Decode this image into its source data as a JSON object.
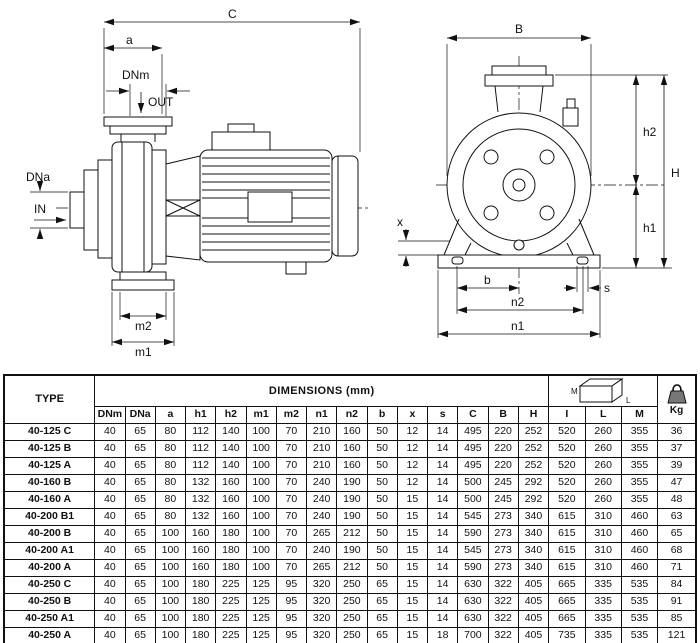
{
  "diagram": {
    "labels": {
      "C": "C",
      "a": "a",
      "DNm": "DNm",
      "OUT": "OUT",
      "DNa": "DNa",
      "IN": "IN",
      "m2": "m2",
      "m1": "m1",
      "B": "B",
      "h2": "h2",
      "H": "H",
      "h1": "h1",
      "x": "x",
      "b": "b",
      "n2": "n2",
      "n1": "n1",
      "s": "s"
    }
  },
  "table": {
    "type_header": "TYPE",
    "dimensions_header": "DIMENSIONS (mm)",
    "kg_label": "Kg",
    "box_labels": {
      "M": "M",
      "L": "L"
    },
    "columns": [
      "DNm",
      "DNa",
      "a",
      "h1",
      "h2",
      "m1",
      "m2",
      "n1",
      "n2",
      "b",
      "x",
      "s",
      "C",
      "B",
      "H",
      "I",
      "L",
      "M"
    ],
    "rows": [
      {
        "type": "40-125 C",
        "values": [
          40,
          65,
          80,
          112,
          140,
          100,
          70,
          210,
          160,
          50,
          12,
          14,
          495,
          220,
          252,
          520,
          260,
          355,
          36
        ]
      },
      {
        "type": "40-125 B",
        "values": [
          40,
          65,
          80,
          112,
          140,
          100,
          70,
          210,
          160,
          50,
          12,
          14,
          495,
          220,
          252,
          520,
          260,
          355,
          37
        ]
      },
      {
        "type": "40-125 A",
        "values": [
          40,
          65,
          80,
          112,
          140,
          100,
          70,
          210,
          160,
          50,
          12,
          14,
          495,
          220,
          252,
          520,
          260,
          355,
          39
        ]
      },
      {
        "type": "40-160 B",
        "values": [
          40,
          65,
          80,
          132,
          160,
          100,
          70,
          240,
          190,
          50,
          12,
          14,
          500,
          245,
          292,
          520,
          260,
          355,
          47
        ]
      },
      {
        "type": "40-160 A",
        "values": [
          40,
          65,
          80,
          132,
          160,
          100,
          70,
          240,
          190,
          50,
          15,
          14,
          500,
          245,
          292,
          520,
          260,
          355,
          48
        ]
      },
      {
        "type": "40-200 B1",
        "values": [
          40,
          65,
          80,
          132,
          160,
          100,
          70,
          240,
          190,
          50,
          15,
          14,
          545,
          273,
          340,
          615,
          310,
          460,
          63
        ]
      },
      {
        "type": "40-200 B",
        "values": [
          40,
          65,
          100,
          160,
          180,
          100,
          70,
          265,
          212,
          50,
          15,
          14,
          590,
          273,
          340,
          615,
          310,
          460,
          65
        ]
      },
      {
        "type": "40-200 A1",
        "values": [
          40,
          65,
          100,
          160,
          180,
          100,
          70,
          240,
          190,
          50,
          15,
          14,
          545,
          273,
          340,
          615,
          310,
          460,
          68
        ]
      },
      {
        "type": "40-200 A",
        "values": [
          40,
          65,
          100,
          160,
          180,
          100,
          70,
          265,
          212,
          50,
          15,
          14,
          590,
          273,
          340,
          615,
          310,
          460,
          71
        ]
      },
      {
        "type": "40-250 C",
        "values": [
          40,
          65,
          100,
          180,
          225,
          125,
          95,
          320,
          250,
          65,
          15,
          14,
          630,
          322,
          405,
          665,
          335,
          535,
          84
        ]
      },
      {
        "type": "40-250 B",
        "values": [
          40,
          65,
          100,
          180,
          225,
          125,
          95,
          320,
          250,
          65,
          15,
          14,
          630,
          322,
          405,
          665,
          335,
          535,
          91
        ]
      },
      {
        "type": "40-250 A1",
        "values": [
          40,
          65,
          100,
          180,
          225,
          125,
          95,
          320,
          250,
          65,
          15,
          14,
          630,
          322,
          405,
          665,
          335,
          535,
          85
        ]
      },
      {
        "type": "40-250 A",
        "values": [
          40,
          65,
          100,
          180,
          225,
          125,
          95,
          320,
          250,
          65,
          15,
          18,
          700,
          322,
          405,
          735,
          335,
          535,
          121
        ]
      }
    ]
  }
}
